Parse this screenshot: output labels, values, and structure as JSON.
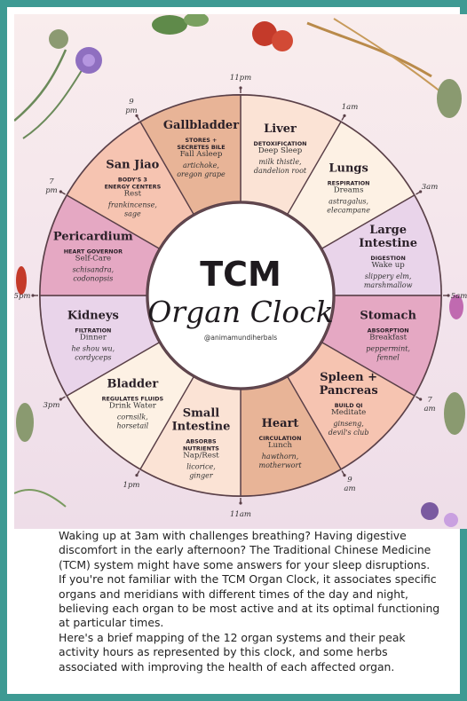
{
  "clock": {
    "title_line1": "TCM",
    "title_line2": "Organ Clock",
    "handle": "@animamundiherbals",
    "times": [
      "1am",
      "3am",
      "5am",
      "7 am",
      "9 am",
      "11am",
      "1pm",
      "3pm",
      "5pm",
      "7 pm",
      "9 pm",
      "11pm"
    ],
    "segments": [
      {
        "organ": "Liver",
        "function": "DETOXIFICATION",
        "activity": "Deep Sleep",
        "herbs": "milk thistle, dandelion root",
        "color": "#fbe3d5"
      },
      {
        "organ": "Lungs",
        "function": "RESPIRATION",
        "activity": "Dreams",
        "herbs": "astragalus, elecampane",
        "color": "#fdf1e4"
      },
      {
        "organ": "Large Intestine",
        "function": "DIGESTION",
        "activity": "Wake up",
        "herbs": "slippery elm, marshmallow",
        "color": "#e9d4ea"
      },
      {
        "organ": "Stomach",
        "function": "ABSORPTION",
        "activity": "Breakfast",
        "herbs": "peppermint, fennel",
        "color": "#e5a8c3"
      },
      {
        "organ": "Spleen + Pancreas",
        "function": "BUILD QI",
        "activity": "Meditate",
        "herbs": "ginseng, devil's club",
        "color": "#f6c4b1"
      },
      {
        "organ": "Heart",
        "function": "CIRCULATION",
        "activity": "Lunch",
        "herbs": "hawthorn, motherwort",
        "color": "#e8b497"
      },
      {
        "organ": "Small Intestine",
        "function": "ABSORBS NUTRIENTS",
        "activity": "Nap/Rest",
        "herbs": "licorice, ginger",
        "color": "#fbe3d5"
      },
      {
        "organ": "Bladder",
        "function": "REGULATES FLUIDS",
        "activity": "Drink Water",
        "herbs": "cornsilk, horsetail",
        "color": "#fdf1e4"
      },
      {
        "organ": "Kidneys",
        "function": "FILTRATION",
        "activity": "Dinner",
        "herbs": "he shou wu, cordyceps",
        "color": "#e9d4ea"
      },
      {
        "organ": "Pericardium",
        "function": "HEART GOVERNOR",
        "activity": "Self-Care",
        "herbs": "schisandra, codonopsis",
        "color": "#e5a8c3"
      },
      {
        "organ": "San Jiao",
        "function": "BODY'S 3 ENERGY CENTERS",
        "activity": "Rest",
        "herbs": "frankincense, sage",
        "color": "#f6c4b1"
      },
      {
        "organ": "Gallbladder",
        "function": "STORES + SECRETES BILE",
        "activity": "Fall Asleep",
        "herbs": "artichoke, oregon grape",
        "color": "#e8b497"
      }
    ]
  },
  "caption": {
    "p1": "Waking up at 3am with challenges breathing? Having digestive discomfort in the early afternoon? The Traditional Chinese Medicine (TCM) system might have some answers for your sleep disruptions.",
    "p2": "If you're not familiar with the TCM Organ Clock, it associates specific organs and meridians with different times of the day and night, believing each organ to be most active and at its optimal functioning at particular times.",
    "p3": "Here's a brief mapping of the 12 organ systems and their peak activity hours as represented by this clock, and some herbs associated with improving the health of each affected organ."
  }
}
